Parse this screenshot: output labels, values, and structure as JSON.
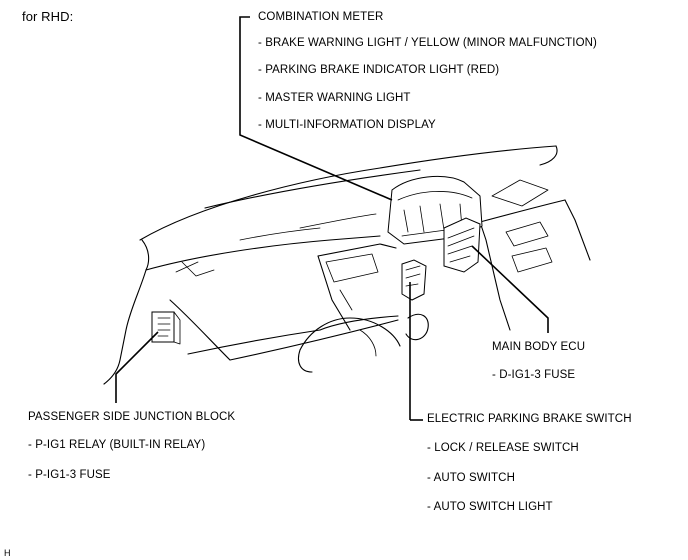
{
  "view_label": "for RHD:",
  "combination_meter": {
    "title": "COMBINATION METER",
    "items": [
      "- BRAKE WARNING LIGHT / YELLOW (MINOR MALFUNCTION)",
      "- PARKING BRAKE INDICATOR LIGHT (RED)",
      "- MASTER WARNING LIGHT",
      "- MULTI-INFORMATION DISPLAY"
    ]
  },
  "main_body_ecu": {
    "title": "MAIN BODY ECU",
    "items": [
      "- D-IG1-3 FUSE"
    ]
  },
  "passenger_junction_block": {
    "title": "PASSENGER SIDE JUNCTION BLOCK",
    "items": [
      "- P-IG1 RELAY (BUILT-IN RELAY)",
      "- P-IG1-3 FUSE"
    ]
  },
  "parking_brake_switch": {
    "title": "ELECTRIC PARKING BRAKE SWITCH",
    "items": [
      "- LOCK / RELEASE SWITCH",
      "- AUTO SWITCH",
      "- AUTO SWITCH LIGHT"
    ]
  },
  "figure_code": "H"
}
